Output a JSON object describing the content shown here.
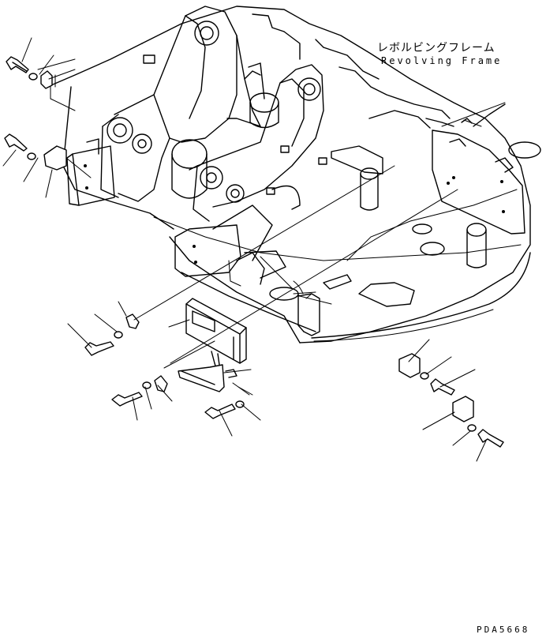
{
  "labels": {
    "title_jp": "レボルビングフレーム",
    "title_en": "Revolving Frame",
    "drawing_id": "PDA5668"
  }
}
